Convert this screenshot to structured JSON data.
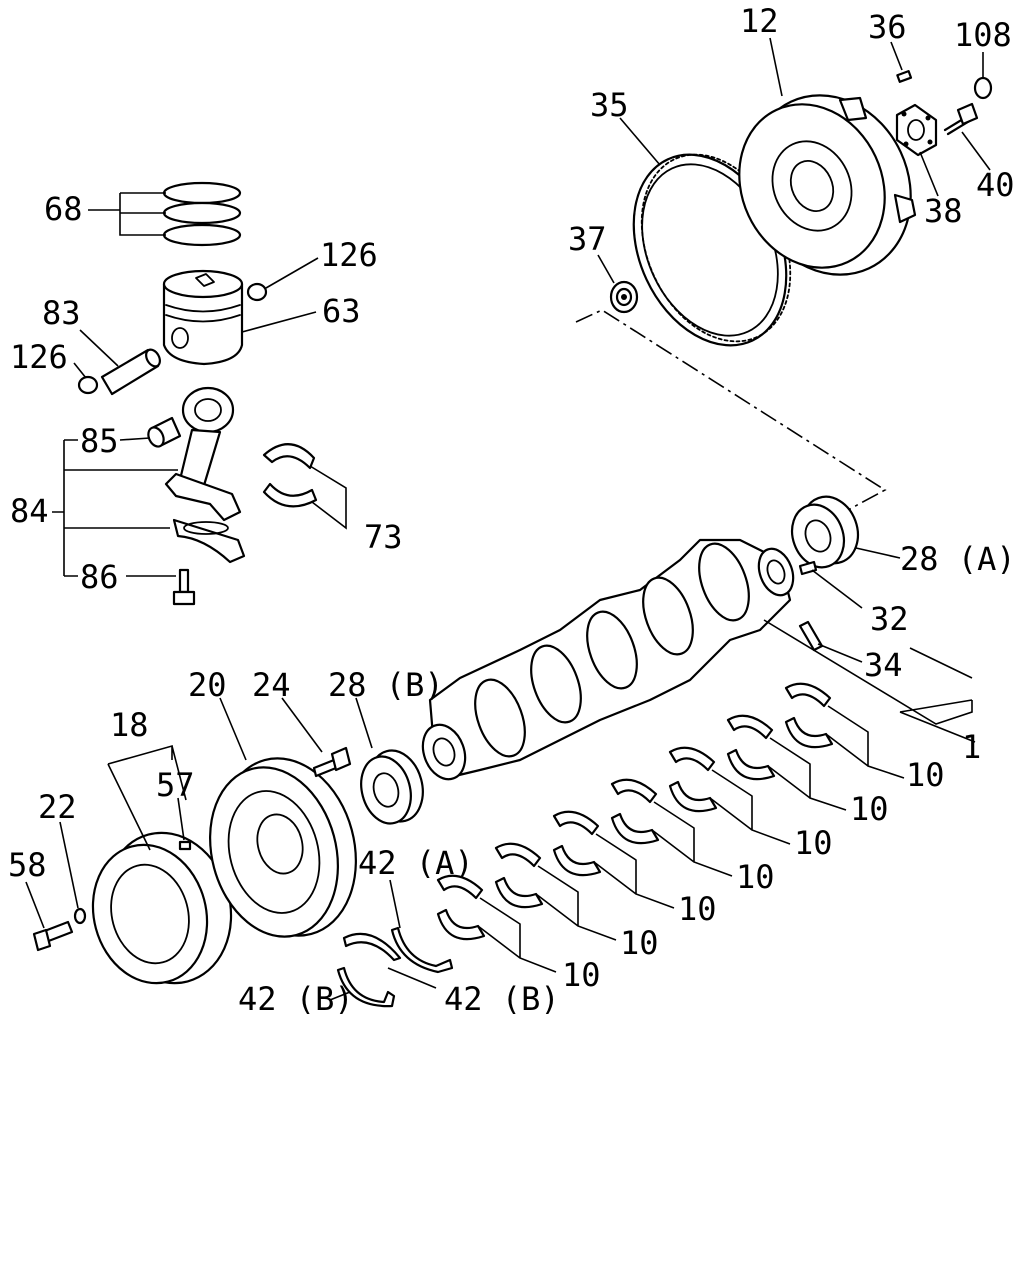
{
  "labels": {
    "p1": "1",
    "p10": "10",
    "p12": "12",
    "p18": "18",
    "p20": "20",
    "p22": "22",
    "p24": "24",
    "p28a": "28 (A)",
    "p28b": "28 (B)",
    "p32": "32",
    "p34": "34",
    "p35": "35",
    "p36": "36",
    "p37": "37",
    "p38": "38",
    "p40": "40",
    "p42a": "42 (A)",
    "p42b": "42 (B)",
    "p57": "57",
    "p58": "58",
    "p63": "63",
    "p68": "68",
    "p73": "73",
    "p83": "83",
    "p84": "84",
    "p85": "85",
    "p86": "86",
    "p108": "108",
    "p126": "126"
  }
}
